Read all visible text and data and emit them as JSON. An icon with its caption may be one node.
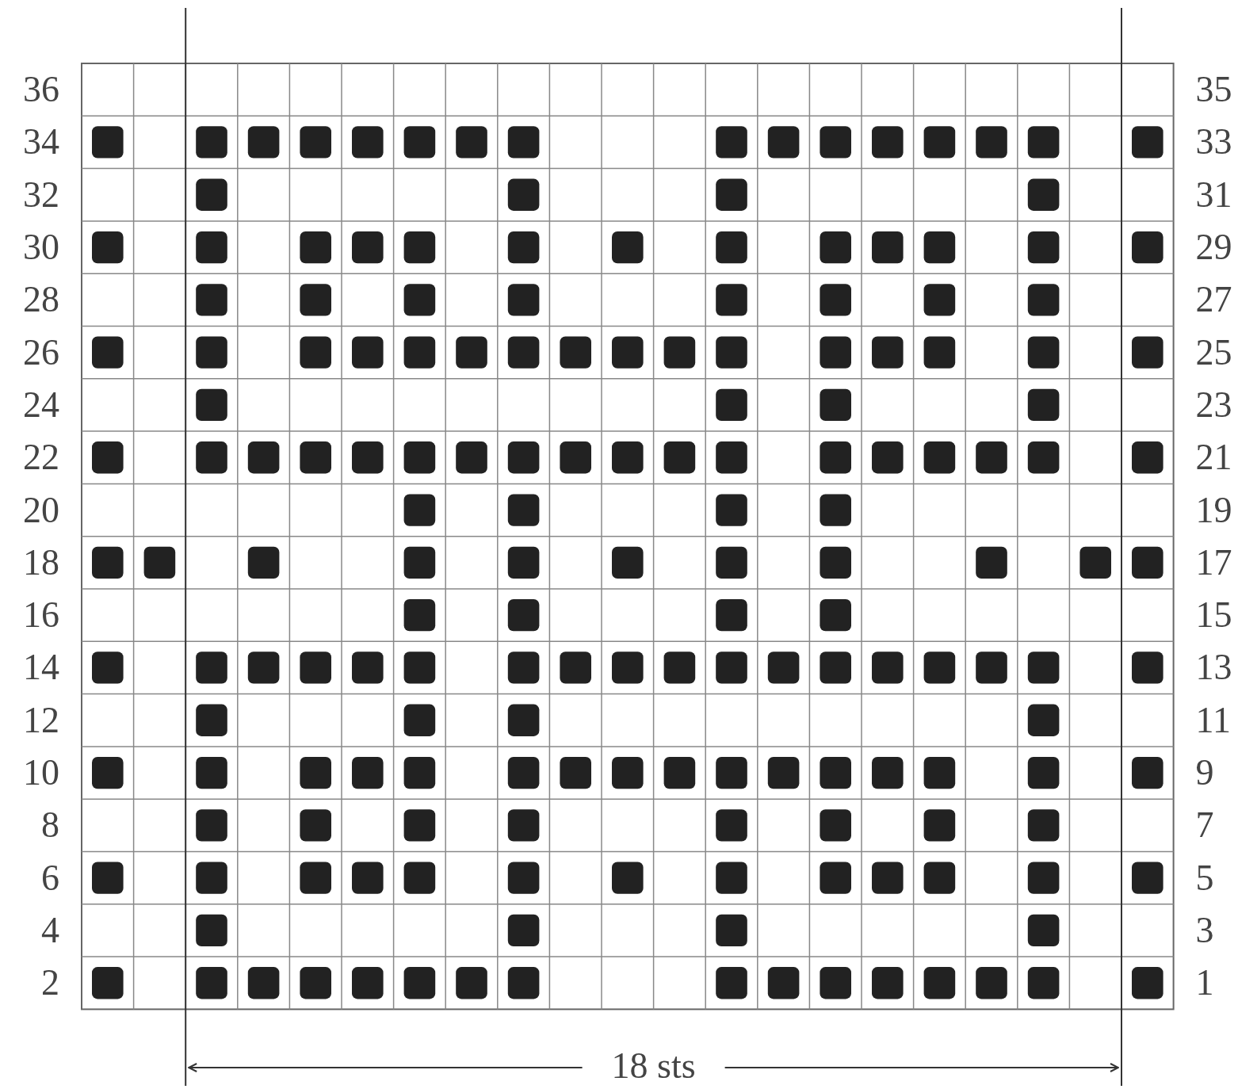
{
  "diagram": {
    "labels": [
      "36",
      "35",
      "34",
      "33",
      "32",
      "31",
      "30",
      "29",
      "28",
      "27",
      "26",
      "25",
      "24",
      "23",
      "22",
      "21",
      "20",
      "19",
      "18",
      "17",
      "16",
      "15",
      "14",
      "13",
      "12",
      "11",
      "10",
      "9",
      "8",
      "7",
      "6",
      "5",
      "4",
      "3",
      "2",
      "1",
      "18 sts"
    ]
  }
}
